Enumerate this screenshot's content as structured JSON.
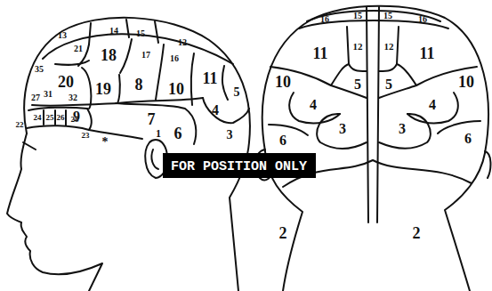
{
  "diagram": {
    "nodes": [
      {
        "text": [
          "FOR POSITION ONLY"
        ]
      }
    ],
    "labels": [
      "13",
      "14",
      "15",
      "12",
      "21",
      "18",
      "17",
      "16",
      "35",
      "20",
      "19",
      "8",
      "10",
      "11",
      "5",
      "31",
      "27",
      "32",
      "9",
      "7",
      "4",
      "24",
      "25",
      "26",
      "28",
      "22",
      "23",
      "*",
      "6",
      "3",
      "1",
      "16",
      "15",
      "15",
      "16",
      "11",
      "12",
      "12",
      "11",
      "10",
      "5",
      "5",
      "10",
      "4",
      "4",
      "3",
      "3",
      "6",
      "6",
      "2",
      "2"
    ]
  }
}
